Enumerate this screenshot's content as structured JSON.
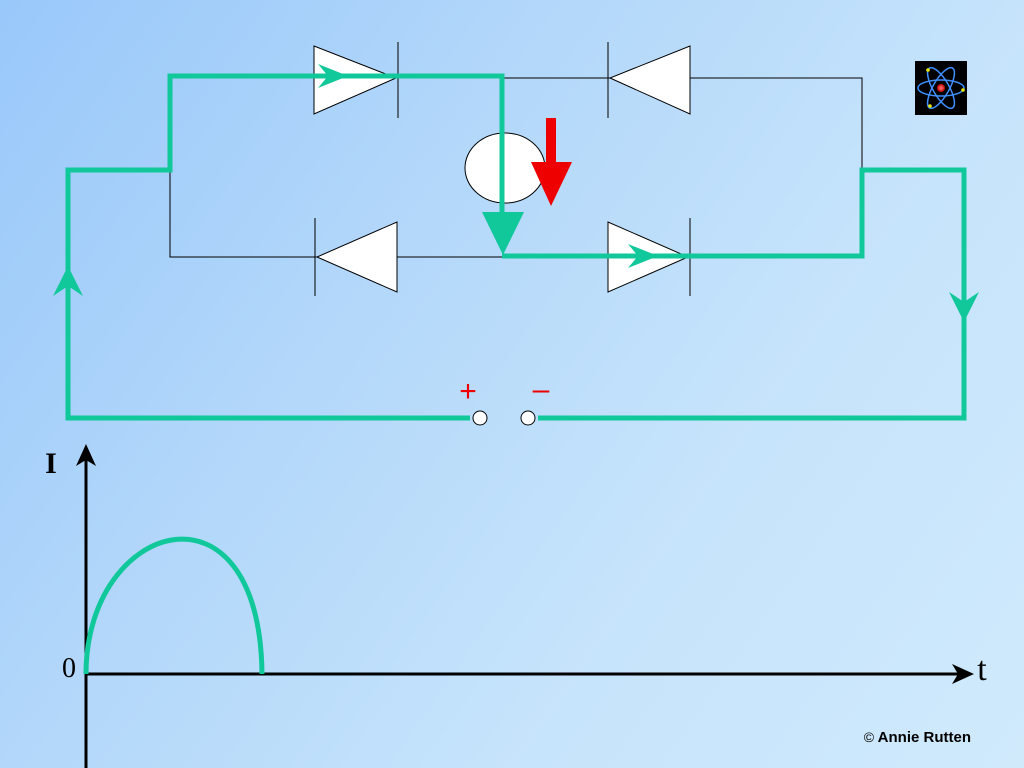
{
  "diagram": {
    "terminal_plus": "+",
    "terminal_minus": "–",
    "graph_ylabel": "I",
    "graph_xlabel": "t",
    "graph_origin": "0"
  },
  "colors": {
    "current_path": "#10c89a",
    "arrow_red": "#ee0000",
    "wire": "#000000",
    "diode_fill": "#ffffff"
  },
  "icons": [
    "atom-icon",
    "red-down-arrow",
    "source-circle",
    "current-direction-arrow"
  ],
  "footer": {
    "copyright_symbol": "©",
    "author": "Annie Rutten"
  }
}
